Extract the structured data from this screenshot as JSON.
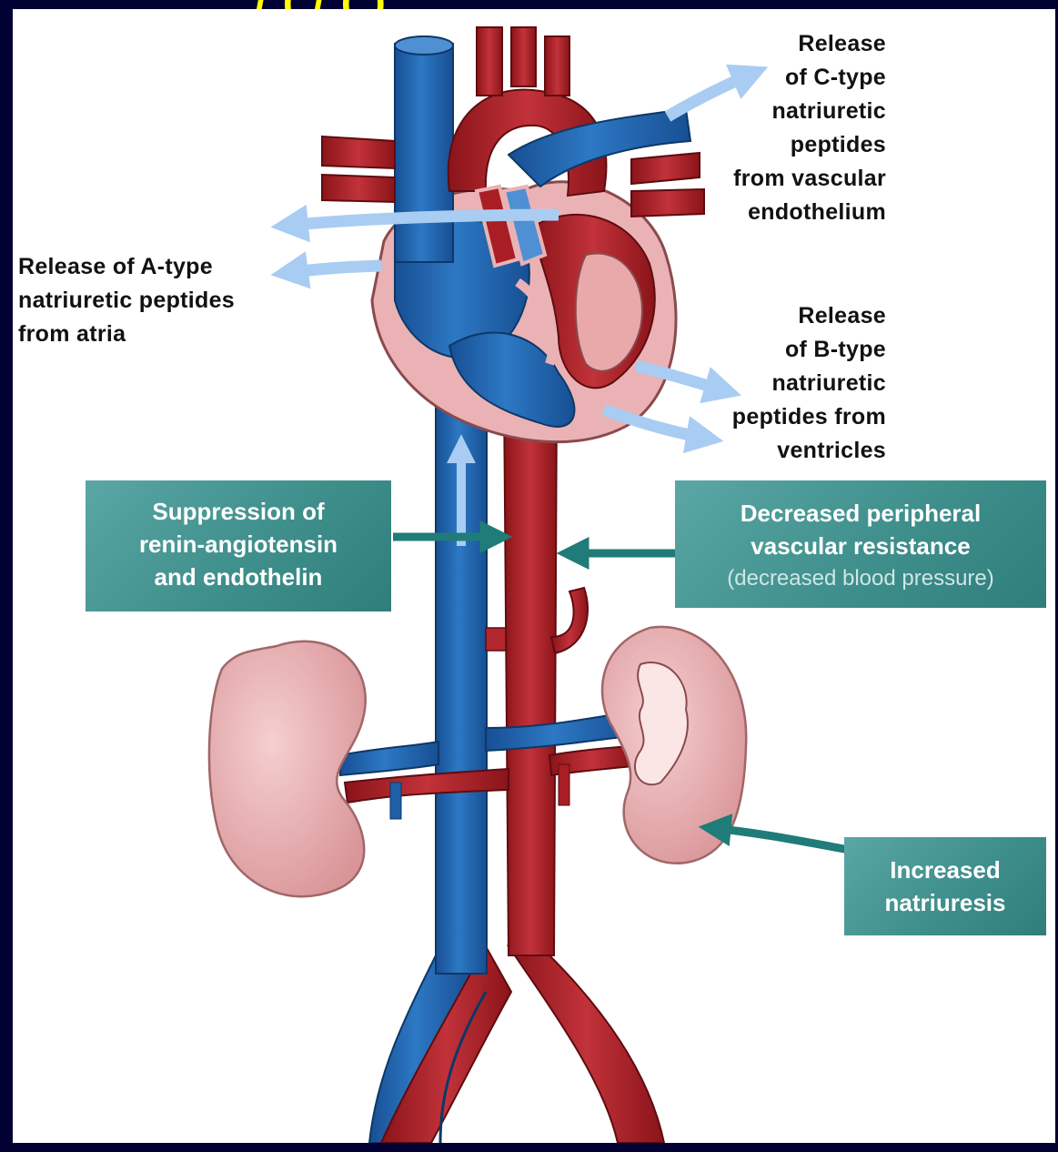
{
  "title_fragment": "/ ( / ( )",
  "labels": {
    "c_type": [
      "Release",
      "of C-type",
      "natriuretic",
      "peptides",
      "from vascular",
      "endothelium"
    ],
    "a_type": [
      "Release of A-type",
      "natriuretic peptides",
      "from atria"
    ],
    "b_type": [
      "Release",
      "of B-type",
      "natriuretic",
      "peptides from",
      "ventricles"
    ]
  },
  "boxes": {
    "suppression": [
      "Suppression of",
      "renin-angiotensin",
      "and endothelin"
    ],
    "peripheral": [
      "Decreased peripheral",
      "vascular resistance"
    ],
    "peripheral_sub": "(decreased blood pressure)",
    "natriuresis": [
      "Increased",
      "natriuresis"
    ]
  },
  "colors": {
    "background_frame": "#000033",
    "panel": "#ffffff",
    "vein_blue": "#1f5fa8",
    "artery_red": "#a81e24",
    "tissue_pink": "#eab2b4",
    "release_arrow": "#a9cdf2",
    "effect_arrow": "#1f7c78",
    "box_teal": "#3f8f8c",
    "title_yellow": "#ffff00"
  }
}
